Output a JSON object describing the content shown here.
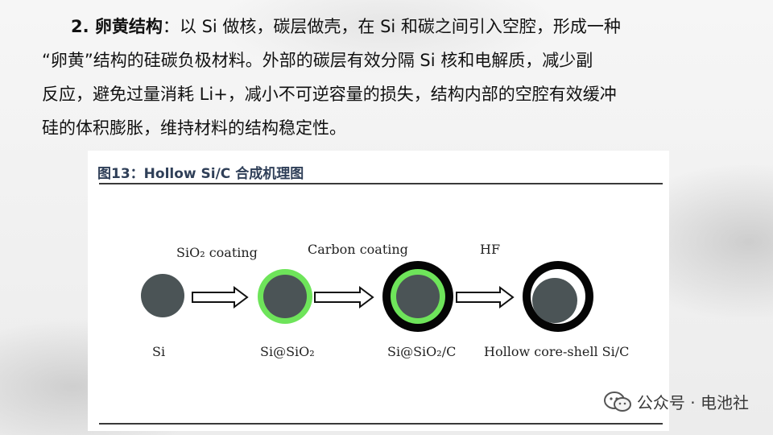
{
  "paragraph": {
    "heading": "2. 卵黄结构",
    "line1_rest": "：以 Si 做核，碳层做壳，在 Si 和碳之间引入空腔，形成一种",
    "line2": "“卵黄”结构的硅碳负极材料。外部的碳层有效分隔 Si 核和电解质，减少副",
    "line3": "反应，避免过量消耗 Li+，减小不可逆容量的损失，结构内部的空腔有效缓冲",
    "line4": "硅的体积膨胀，维持材料的结构稳定性。"
  },
  "figure": {
    "title": "图13：Hollow Si/C 合成机理图",
    "steps": [
      {
        "label": "Si"
      },
      {
        "label": "Si@SiO₂"
      },
      {
        "label": "Si@SiO₂/C"
      },
      {
        "label": "Hollow core-shell Si/C"
      }
    ],
    "arrows": [
      {
        "label": "SiO₂ coating"
      },
      {
        "label": "Carbon coating"
      },
      {
        "label": "HF"
      }
    ],
    "colors": {
      "si_core": "#4b5456",
      "sio2_shell": "#6ee45a",
      "carbon_shell": "#050505"
    }
  },
  "watermark": {
    "text": "公众号 · 电池社",
    "icon": "wechat-icon"
  }
}
